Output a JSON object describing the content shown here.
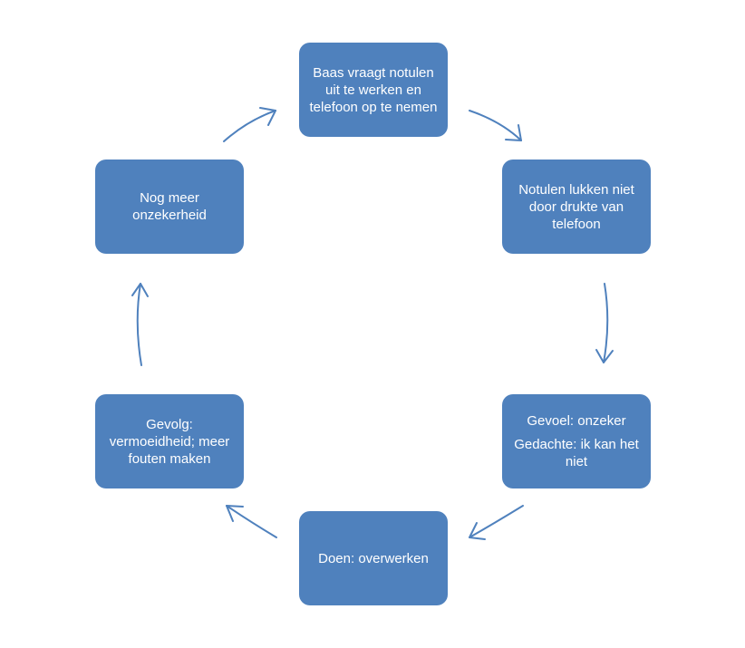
{
  "diagram": {
    "nodes": [
      {
        "id": "top",
        "lines": [
          "Baas vraagt notulen uit te werken en telefoon op te nemen"
        ]
      },
      {
        "id": "top-right",
        "lines": [
          "Notulen lukken niet door drukte van telefoon"
        ]
      },
      {
        "id": "bottom-right",
        "lines": [
          "Gevoel: onzeker",
          "Gedachte: ik kan het niet"
        ]
      },
      {
        "id": "bottom",
        "lines": [
          "Doen: overwerken"
        ]
      },
      {
        "id": "bottom-left",
        "lines": [
          "Gevolg: vermoeidheid; meer fouten maken"
        ]
      },
      {
        "id": "top-left",
        "lines": [
          "Nog meer onzekerheid"
        ]
      }
    ],
    "arrows": [
      {
        "from": "top",
        "to": "top-right"
      },
      {
        "from": "top-right",
        "to": "bottom-right"
      },
      {
        "from": "bottom-right",
        "to": "bottom"
      },
      {
        "from": "bottom",
        "to": "bottom-left"
      },
      {
        "from": "bottom-left",
        "to": "top-left"
      },
      {
        "from": "top-left",
        "to": "top"
      }
    ],
    "colors": {
      "node_fill": "#4f81bd",
      "node_text": "#ffffff",
      "arrow": "#4f81bd"
    }
  }
}
